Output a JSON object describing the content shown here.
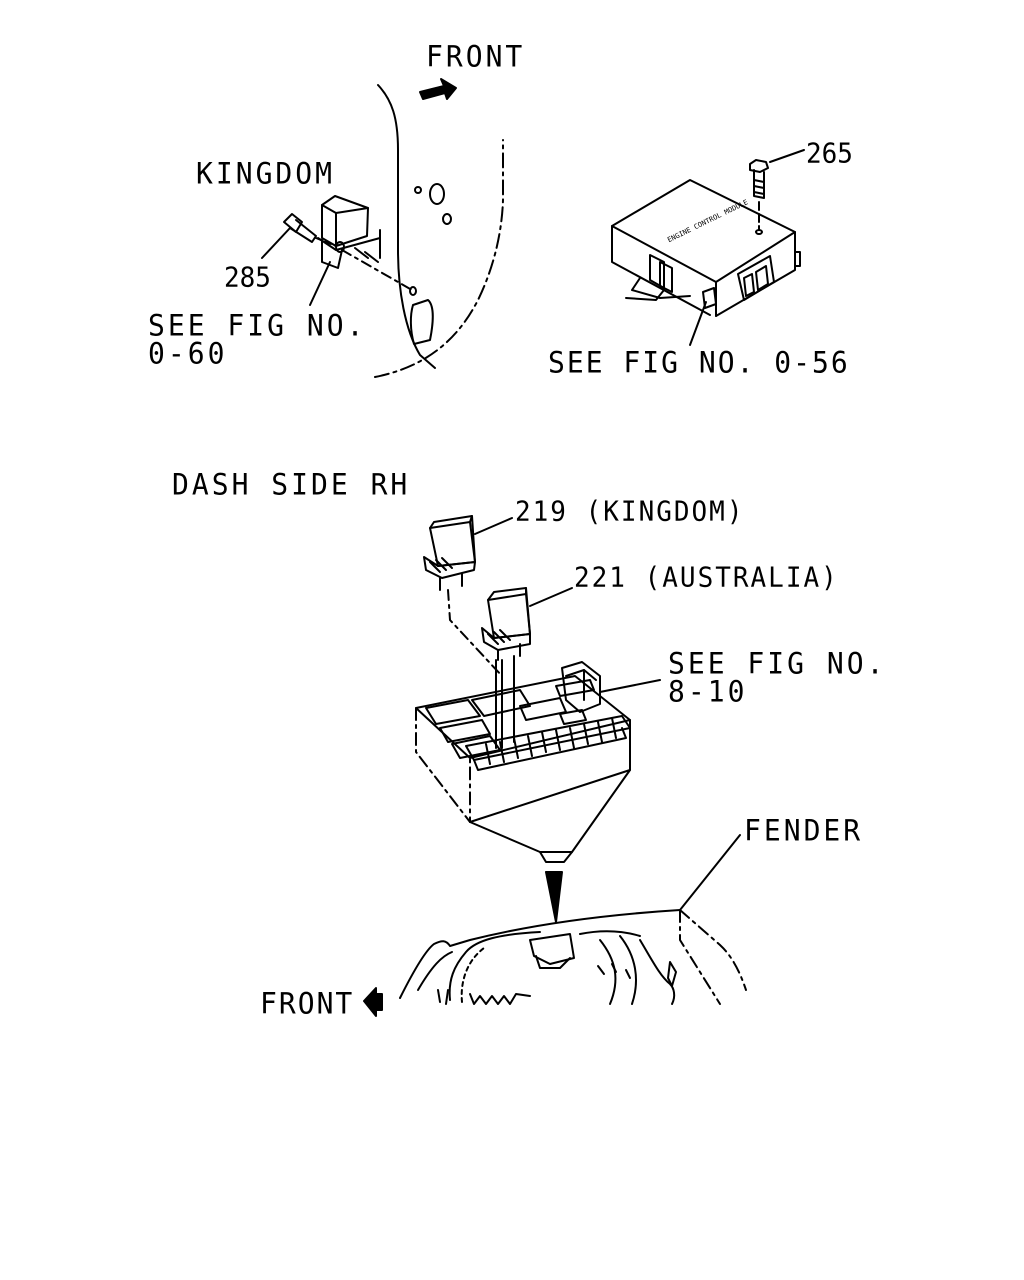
{
  "labels": {
    "front_top": "FRONT",
    "kingdom": "KINGDOM",
    "part_285": "285",
    "see_fig_060_line1": "SEE FIG NO.",
    "see_fig_060_line2": "0-60",
    "part_265": "265",
    "see_fig_056": "SEE FIG NO. 0-56",
    "dash_side_rh": "DASH SIDE RH",
    "part_219": "219 (KINGDOM)",
    "part_221": "221 (AUSTRALIA)",
    "see_fig_810_line1": "SEE FIG NO.",
    "see_fig_810_line2": "8-10",
    "fender": "FENDER",
    "front_bottom": "FRONT"
  },
  "colors": {
    "line": "#000000",
    "background": "#ffffff"
  }
}
